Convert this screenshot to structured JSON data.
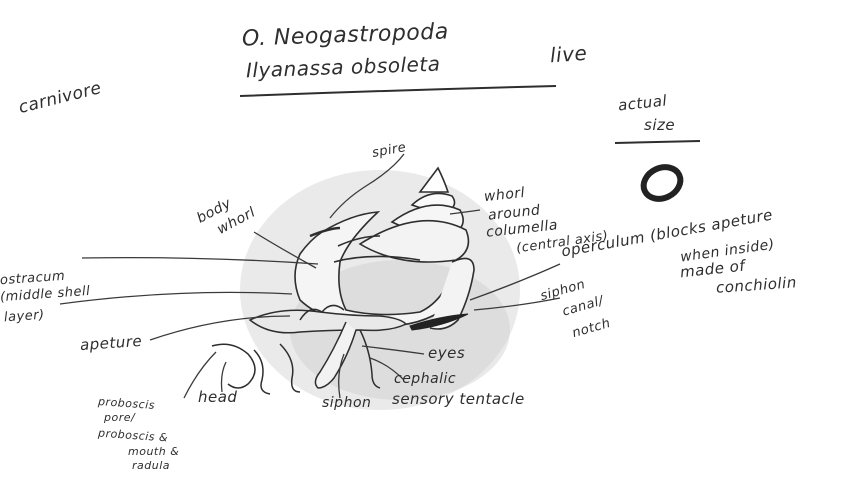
{
  "title": {
    "order": "O. Neogastropoda",
    "species": "Ilyanassa obsoleta",
    "note": "live"
  },
  "diet": "carnivore",
  "actual_size": {
    "line1": "actual",
    "line2": "size"
  },
  "labels": {
    "spire": "spire",
    "body_whorl_1": "body",
    "body_whorl_2": "whorl",
    "whorl_1": "whorl",
    "whorl_2": "around",
    "whorl_3": "columella",
    "whorl_4": "(central axis)",
    "operculum_1": "operculum (blocks apeture",
    "operculum_2": "when inside)",
    "operculum_3": "made of",
    "operculum_4": "conchiolin",
    "ostracum_1": "ostracum",
    "ostracum_2": "(middle shell",
    "ostracum_3": "layer)",
    "apeture": "apeture",
    "siphon_canal_1": "siphon",
    "siphon_canal_2": "canal/",
    "siphon_canal_3": "notch",
    "eyes": "eyes",
    "cephalic_1": "cephalic",
    "cephalic_2": "sensory tentacle",
    "siphon": "siphon",
    "head": "head",
    "proboscis_1": "proboscis",
    "proboscis_2": "pore/",
    "proboscis_3": "proboscis &",
    "proboscis_4": "mouth &",
    "proboscis_5": "radula"
  },
  "colors": {
    "ink": "#2e2e2e",
    "shade": "#bdbdbd",
    "paper": "#ffffff"
  }
}
